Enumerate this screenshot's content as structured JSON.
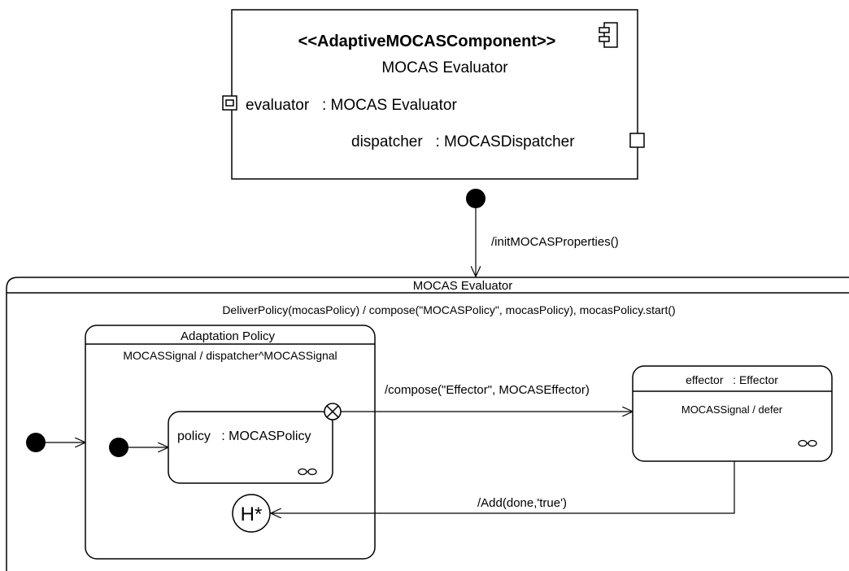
{
  "component": {
    "stereotype": "<<AdaptiveMOCASComponent>>",
    "name": "MOCAS Evaluator",
    "port_evaluator": "evaluator   : MOCAS Evaluator",
    "port_dispatcher": "dispatcher   : MOCASDispatcher"
  },
  "transitions": {
    "init": "/initMOCASProperties()",
    "compose_effector": "/compose(\"Effector\", MOCASEffector)",
    "add_done": "/Add(done,'true')"
  },
  "evaluator_state": {
    "title": "MOCAS Evaluator",
    "internal_transition": "DeliverPolicy(mocasPolicy) / compose(\"MOCASPolicy\", mocasPolicy), mocasPolicy.start()"
  },
  "adaptation_policy": {
    "title": "Adaptation Policy",
    "internal_transition": "MOCASSignal / dispatcher^MOCASSignal"
  },
  "policy_state": {
    "label": "policy   : MOCASPolicy"
  },
  "effector_state": {
    "title": "effector   : Effector",
    "internal_transition": "MOCASSignal / defer"
  },
  "history": {
    "label": "H*"
  }
}
